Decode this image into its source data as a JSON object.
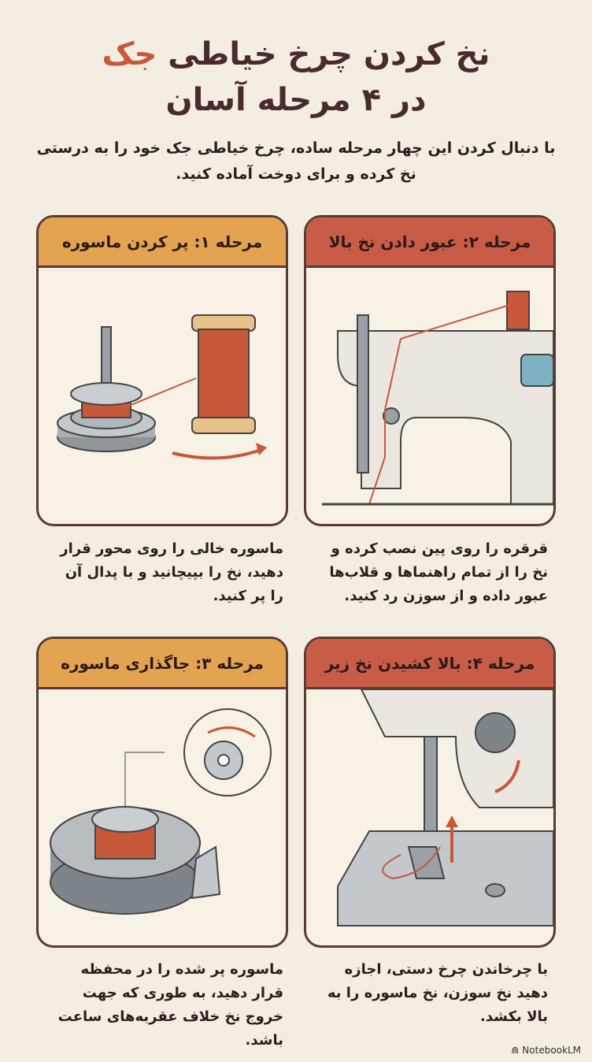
{
  "title": {
    "line1_main": "نخ کردن چرخ خیاطی ",
    "line1_accent": "جک",
    "line2": "در ۴ مرحله آسان"
  },
  "intro": "با دنبال کردن این چهار مرحله ساده، چرخ خیاطی جک خود را به درستی نخ کرده و برای دوخت آماده کنید.",
  "steps": [
    {
      "title": "مرحله ۱: پر کردن ماسوره",
      "desc": "ماسوره خالی را روی محور قرار دهید، نخ را بپیچانید و با پدال آن را پر کنید."
    },
    {
      "title": "مرحله ۲: عبور دادن نخ بالا",
      "desc": "قرقره را روی پین نصب کرده و نخ را از تمام راهنماها و قلاب‌ها عبور داده و از سوزن رد کنید."
    },
    {
      "title": "مرحله ۳: جاگذاری ماسوره",
      "desc": "ماسوره پر شده را در محفظه قرار دهید، به طوری که جهت خروج نخ خلاف عقربه‌های ساعت باشد."
    },
    {
      "title": "مرحله ۴: بالا کشیدن نخ زیر",
      "desc": "با چرخاندن چرخ دستی، اجازه دهید نخ سوزن، نخ ماسوره را به بالا بکشد."
    }
  ],
  "brand": "NotebookLM",
  "colors": {
    "accent": "#c9573a",
    "header_orange": "#e4a350",
    "header_red": "#c85c46",
    "thread": "#c8583a"
  }
}
